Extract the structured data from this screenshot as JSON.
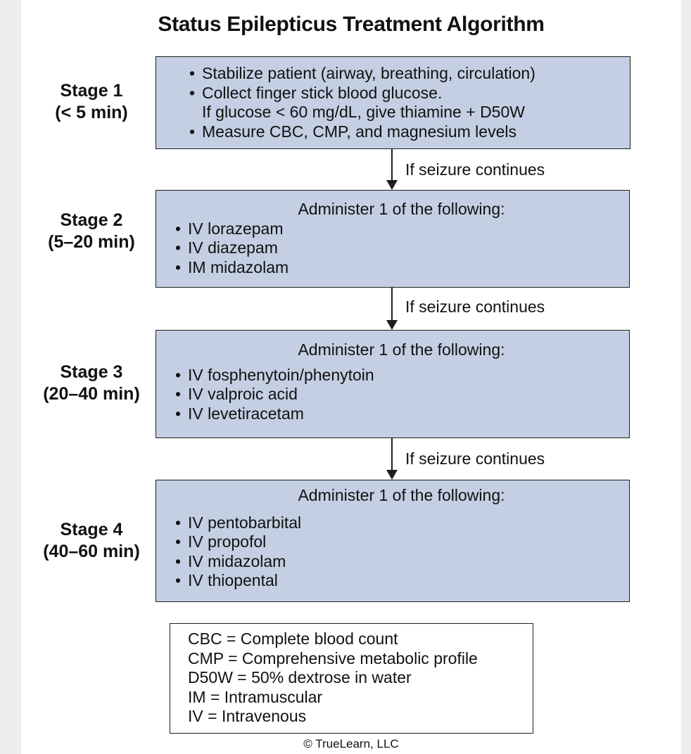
{
  "title": "Status Epilepticus Treatment Algorithm",
  "stages": [
    {
      "label": "Stage 1",
      "time": "(< 5 min)",
      "heading": "",
      "items": [
        "Stabilize patient (airway, breathing, circulation)",
        "Collect finger stick blood glucose.",
        "Measure CBC, CMP, and magnesium levels"
      ],
      "continuation": "If glucose < 60 mg/dL, give thiamine + D50W"
    },
    {
      "label": "Stage 2",
      "time": "(5–20 min)",
      "heading": "Administer 1 of the following:",
      "items": [
        "IV lorazepam",
        "IV diazepam",
        "IM midazolam"
      ]
    },
    {
      "label": "Stage 3",
      "time": "(20–40 min)",
      "heading": "Administer 1 of the following:",
      "items": [
        "IV fosphenytoin/phenytoin",
        "IV valproic acid",
        "IV levetiracetam"
      ]
    },
    {
      "label": "Stage 4",
      "time": "(40–60 min)",
      "heading": "Administer 1 of the following:",
      "items": [
        "IV pentobarbital",
        "IV propofol",
        "IV midazolam",
        "IV thiopental"
      ]
    }
  ],
  "arrows": [
    "If seizure continues",
    "If seizure continues",
    "If seizure continues"
  ],
  "legend": [
    "CBC = Complete blood count",
    "CMP = Comprehensive metabolic profile",
    "D50W = 50% dextrose in water",
    "IM = Intramuscular",
    "IV = Intravenous"
  ],
  "copyright": "© TrueLearn, LLC",
  "colors": {
    "box_fill": "#c4cfe3",
    "border": "#1e1e1e"
  }
}
